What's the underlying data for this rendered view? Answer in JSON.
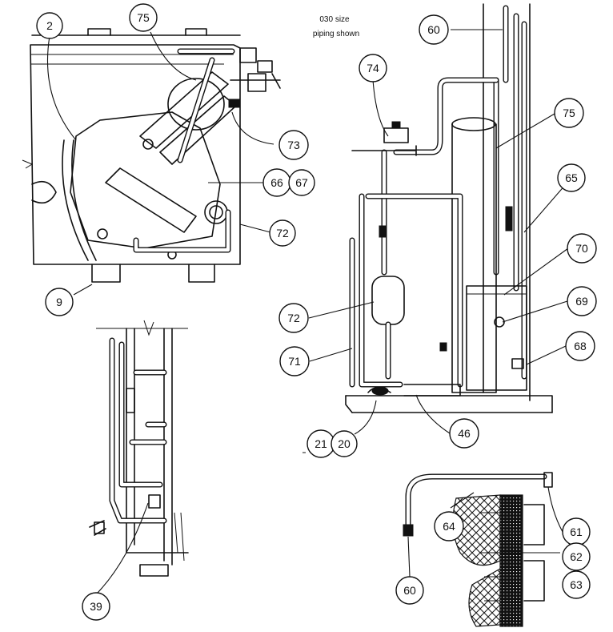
{
  "note": {
    "line1": "030 size",
    "line2": "piping shown"
  },
  "callouts": {
    "c2": "2",
    "c75_top": "75",
    "c73": "73",
    "c66": "66",
    "c67": "67",
    "c72_top": "72",
    "c9": "9",
    "c60_top": "60",
    "c74": "74",
    "c75_right": "75",
    "c65": "65",
    "c70": "70",
    "c69": "69",
    "c72_mid": "72",
    "c71": "71",
    "c68": "68",
    "c21": "21",
    "c20": "20",
    "c46": "46",
    "c39": "39",
    "c61": "61",
    "c64": "64",
    "c62": "62",
    "c63": "63",
    "c60_bottom": "60"
  }
}
